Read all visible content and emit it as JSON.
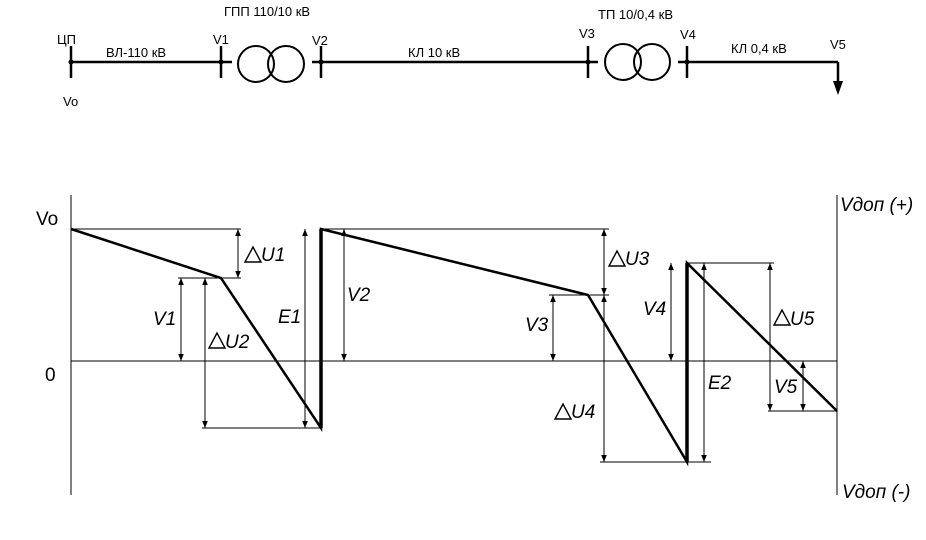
{
  "line_scheme": {
    "source_label": "ЦП",
    "v0_label": "Vo",
    "line_110": "ВЛ-110 кВ",
    "substation_1": "ГПП 110/10 кВ",
    "v1": "V1",
    "v2": "V2",
    "cable_10": "КЛ 10 кВ",
    "substation_2": "ТП 10/0,4 кВ",
    "v3": "V3",
    "v4": "V4",
    "cable_04": "КЛ 0,4 кВ",
    "v5": "V5"
  },
  "voltage_diagram": {
    "v0_axis_label": "Vo",
    "zero_label": "0",
    "upper_limit": "Vдоп (+)",
    "lower_limit": "Vдоп (-)",
    "labels": {
      "du1": "U1",
      "du2": "U2",
      "du3": "U3",
      "du4": "U4",
      "du5": "U5",
      "v1": "V1",
      "v2": "V2",
      "v3": "V3",
      "v4": "V4",
      "v5": "V5",
      "e1": "E1",
      "e2": "E2"
    }
  }
}
